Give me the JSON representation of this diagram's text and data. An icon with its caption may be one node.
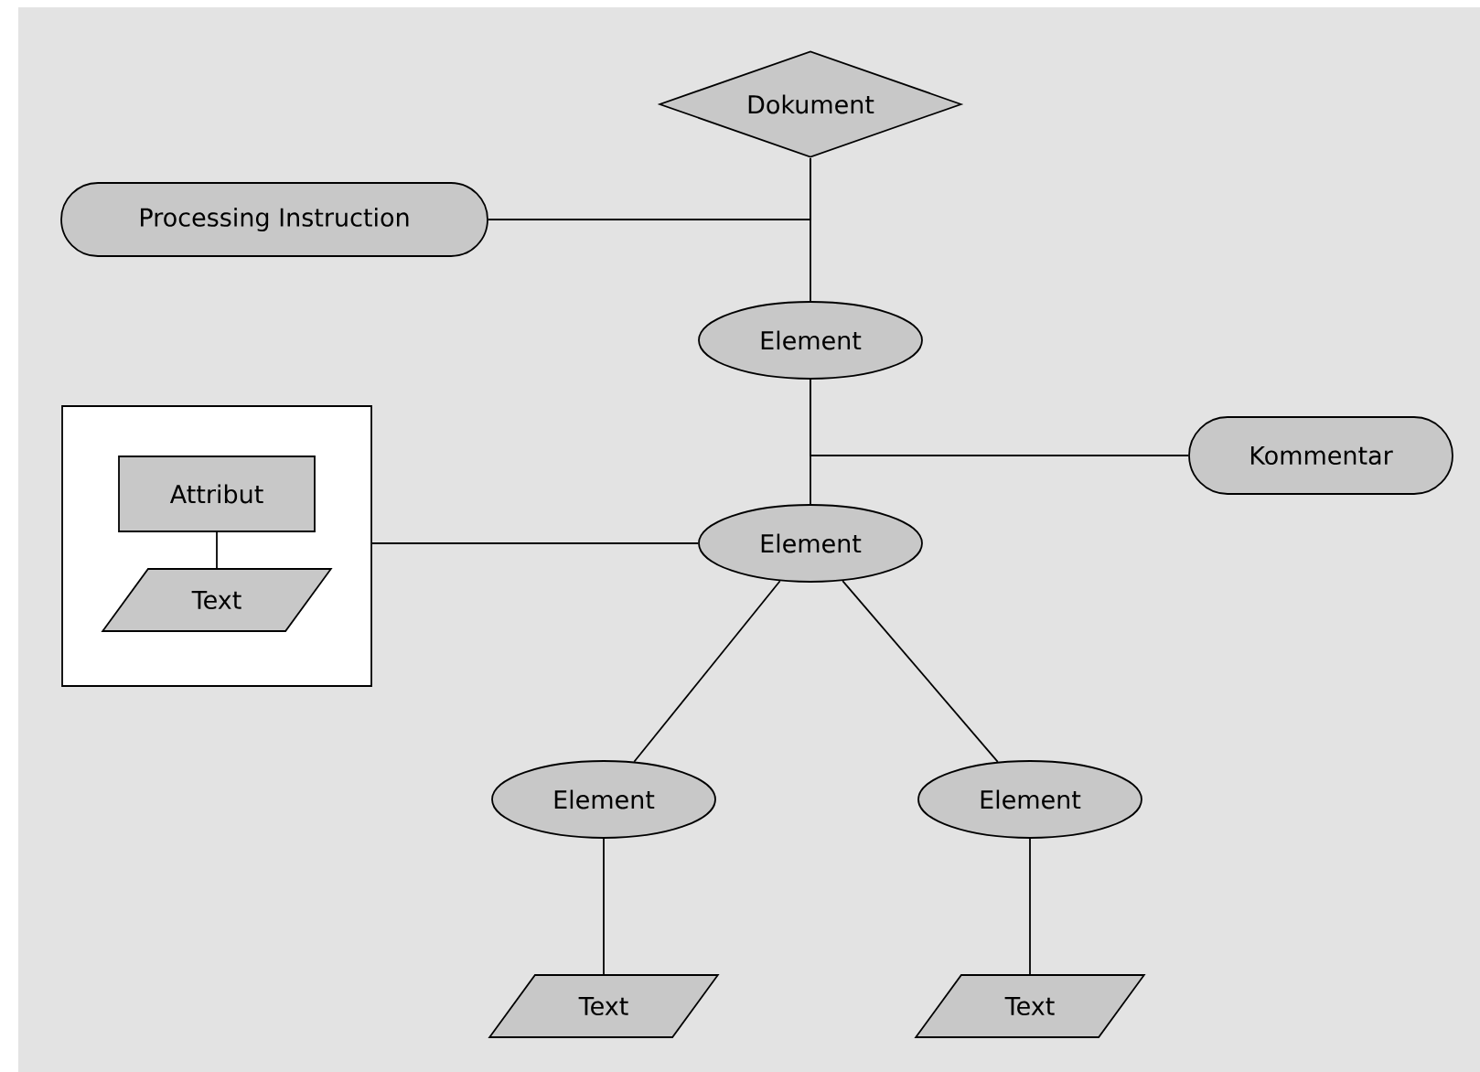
{
  "diagram": {
    "nodes": [
      {
        "text": [
          "Dokument"
        ]
      },
      {
        "text": [
          "Processing Instruction"
        ]
      },
      {
        "text": [
          "Element"
        ]
      },
      {
        "text": [],
        "shape": "box"
      },
      {
        "text": [
          "Attribut"
        ],
        "in": 3
      },
      {
        "text": [
          "Text"
        ],
        "in": 3
      },
      {
        "text": [
          "Kommentar"
        ]
      },
      {
        "text": [
          "Element"
        ]
      },
      {
        "text": [
          "Element"
        ]
      },
      {
        "text": [
          "Element"
        ]
      },
      {
        "text": [
          "Text"
        ]
      },
      {
        "text": [
          "Text"
        ]
      }
    ],
    "edges": [
      {
        "from": 0,
        "to": 2,
        "arrow": "none"
      },
      {
        "from": 1,
        "to": 0,
        "arrow": "none"
      },
      {
        "from": 2,
        "to": 7,
        "arrow": "none"
      },
      {
        "from": 2,
        "to": 6,
        "arrow": "none"
      },
      {
        "from": 7,
        "to": 3,
        "arrow": "none"
      },
      {
        "from": 4,
        "to": 5,
        "arrow": "none"
      },
      {
        "from": 7,
        "to": 8,
        "arrow": "none"
      },
      {
        "from": 7,
        "to": 9,
        "arrow": "none"
      },
      {
        "from": 8,
        "to": 10,
        "arrow": "none"
      },
      {
        "from": 9,
        "to": 11,
        "arrow": "none"
      }
    ]
  }
}
